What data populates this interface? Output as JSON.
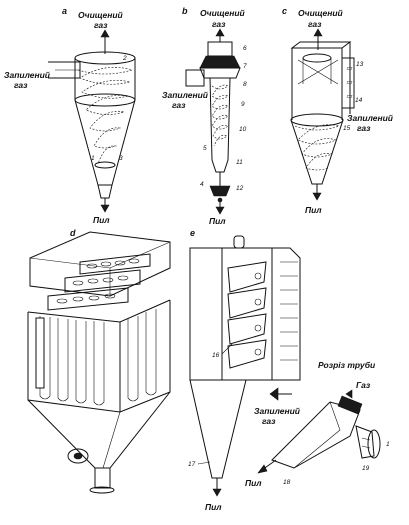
{
  "panels": {
    "a": {
      "letter": "a",
      "outlet": [
        "Очищений",
        "газ"
      ],
      "inlet": [
        "Запилений",
        "газ"
      ],
      "dust": "Пил",
      "numbers": [
        "2",
        "1",
        "3"
      ]
    },
    "b": {
      "letter": "b",
      "outlet": [
        "Очищений",
        "газ"
      ],
      "inlet": [
        "Запилений",
        "газ"
      ],
      "dust": "Пил",
      "numbers": [
        "6",
        "7",
        "8",
        "9",
        "10",
        "5",
        "11",
        "4",
        "12"
      ]
    },
    "c": {
      "letter": "c",
      "outlet": [
        "Очищений",
        "газ"
      ],
      "inlet": [
        "Запилений",
        "газ"
      ],
      "dust": "Пил",
      "numbers": [
        "13",
        "14",
        "15"
      ]
    },
    "d": {
      "letter": "d"
    },
    "e": {
      "letter": "e",
      "inlet": [
        "Запилений",
        "газ"
      ],
      "dust_main": "Пил",
      "dust_side": "Пил",
      "gas": "Газ",
      "section": "Розріз труби",
      "numbers": [
        "16",
        "17",
        "18",
        "19",
        "1"
      ]
    }
  }
}
